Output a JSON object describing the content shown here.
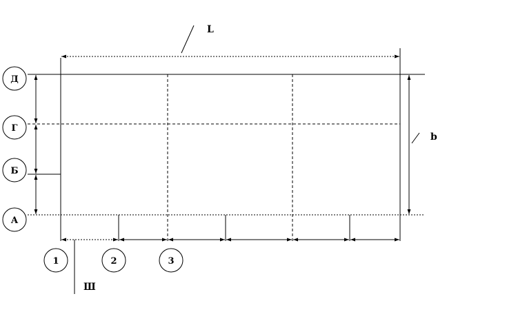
{
  "dimension_labels": {
    "length": "L",
    "width": "b",
    "spacing": "Ш"
  },
  "row_axes": [
    "Д",
    "Г",
    "Б",
    "А"
  ],
  "column_axes": [
    "1",
    "2",
    "3"
  ],
  "colors": {
    "line": "#000000",
    "background": "#ffffff"
  }
}
